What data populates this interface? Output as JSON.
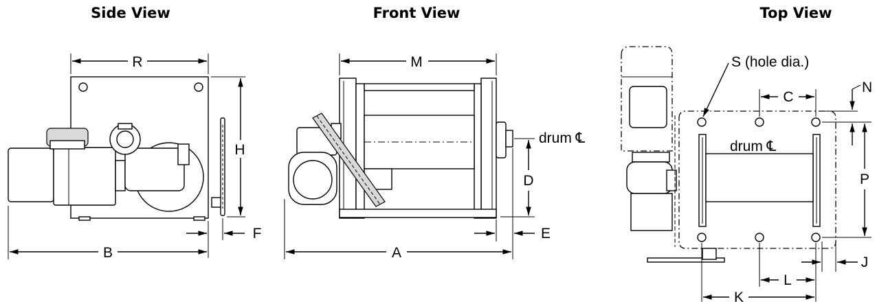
{
  "titles": {
    "side": "Side View",
    "front": "Front View",
    "top": "Top View"
  },
  "dimensions": {
    "R": "R",
    "H": "H",
    "B": "B",
    "F": "F",
    "M": "M",
    "D": "D",
    "A": "A",
    "E": "E",
    "S": "S (hole dia.)",
    "C": "C",
    "N": "N",
    "P": "P",
    "J": "J",
    "L": "L",
    "K": "K"
  },
  "notes": {
    "drum_cl_front": "drum ℄",
    "drum_cl_top": "drum ℄"
  }
}
